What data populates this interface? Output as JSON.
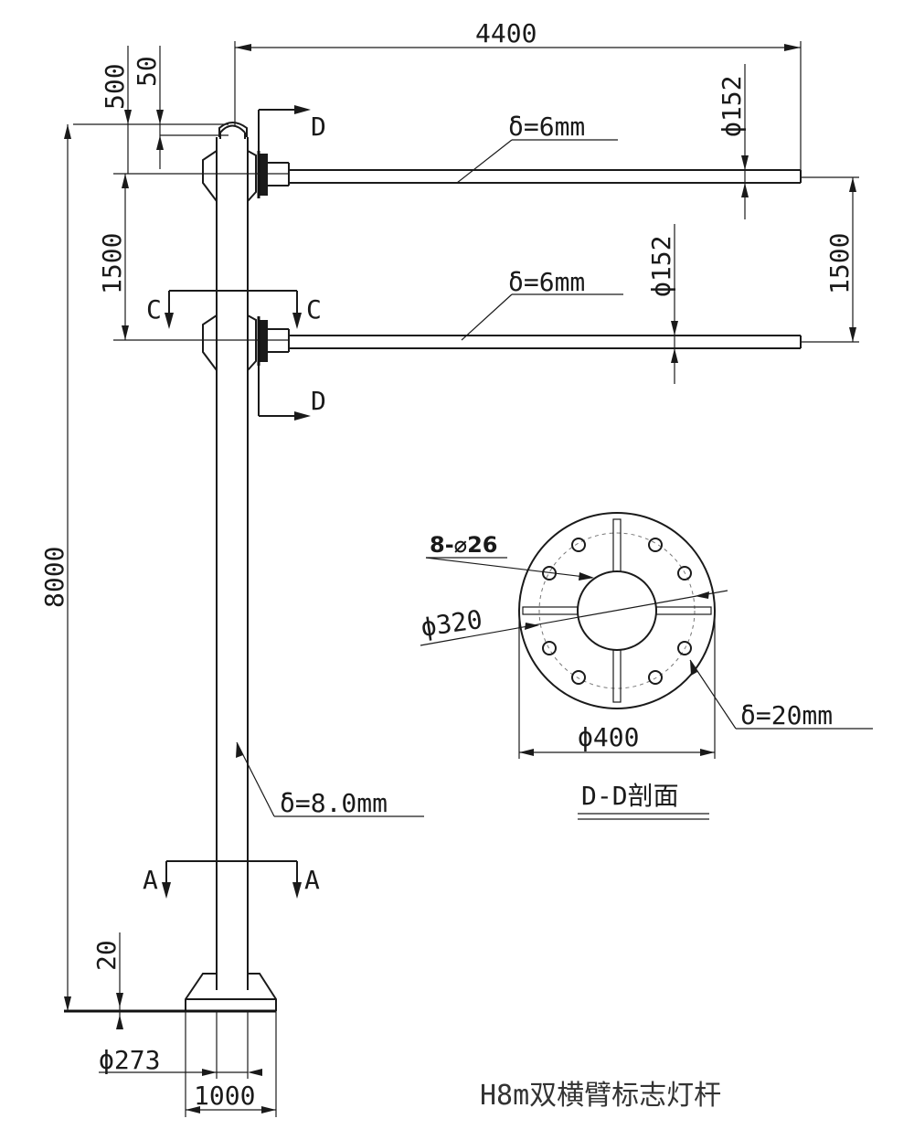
{
  "title": "H8m双横臂标志灯杆",
  "section_title": "D-D剖面",
  "dimensions": {
    "arm_length": "4400",
    "top_offset_500": "500",
    "top_offset_50": "50",
    "arm_spacing_left": "1500",
    "arm_spacing_right": "1500",
    "pole_height": "8000",
    "base_height": "20",
    "pole_diameter": "ϕ273",
    "base_width": "1000",
    "arm_diameter_upper": "ϕ152",
    "arm_diameter_lower": "ϕ152"
  },
  "thickness": {
    "upper_arm": "δ=6mm",
    "lower_arm": "δ=6mm",
    "pole": "δ=8.0mm",
    "flange": "δ=20mm"
  },
  "section_marks": {
    "d_upper": "D",
    "d_lower": "D",
    "c_left": "C",
    "c_right": "C",
    "a_left": "A",
    "a_right": "A"
  },
  "flange": {
    "holes": "8-⌀26",
    "bolt_circle": "ϕ320",
    "outer_diameter": "ϕ400"
  }
}
